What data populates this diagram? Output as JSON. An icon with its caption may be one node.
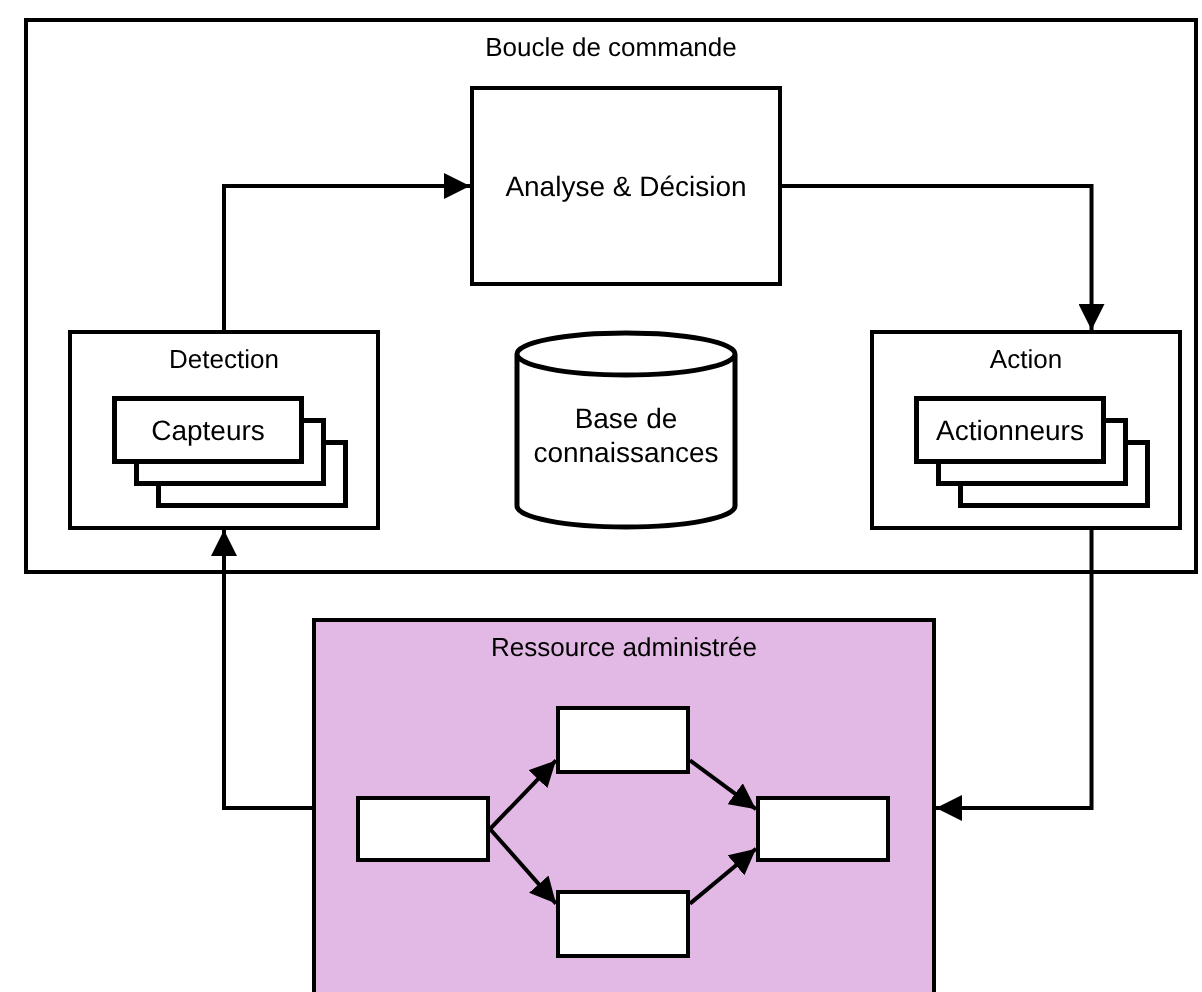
{
  "diagram": {
    "nodes": [
      {
        "text": [
          "Boucle de commande"
        ]
      },
      {
        "text": [
          "Analyse & Décision"
        ],
        "in": 0
      },
      {
        "text": [
          "Detection"
        ],
        "in": 0
      },
      {
        "text": [
          "Capteurs"
        ],
        "in": 2
      },
      {
        "text": [
          "Base de connaissances"
        ],
        "in": 0
      },
      {
        "text": [
          "Action"
        ],
        "in": 0
      },
      {
        "text": [
          "Actionneurs"
        ],
        "in": 5
      },
      {
        "text": [
          "Ressource administrée"
        ]
      },
      {
        "text": [],
        "shape": "box",
        "in": 7
      },
      {
        "text": [],
        "shape": "box",
        "in": 7
      },
      {
        "text": [],
        "shape": "box",
        "in": 7
      },
      {
        "text": [],
        "shape": "box",
        "in": 7
      }
    ],
    "edges": [
      {
        "from": 2,
        "to": 1,
        "arrow": "to"
      },
      {
        "from": 1,
        "to": 5,
        "arrow": "to"
      },
      {
        "from": 5,
        "to": 7,
        "arrow": "to"
      },
      {
        "from": 7,
        "to": 2,
        "arrow": "to"
      },
      {
        "from": 8,
        "to": 9,
        "arrow": "to"
      },
      {
        "from": 8,
        "to": 10,
        "arrow": "to"
      },
      {
        "from": 9,
        "to": 11,
        "arrow": "to"
      },
      {
        "from": 10,
        "to": 11,
        "arrow": "to"
      }
    ]
  }
}
